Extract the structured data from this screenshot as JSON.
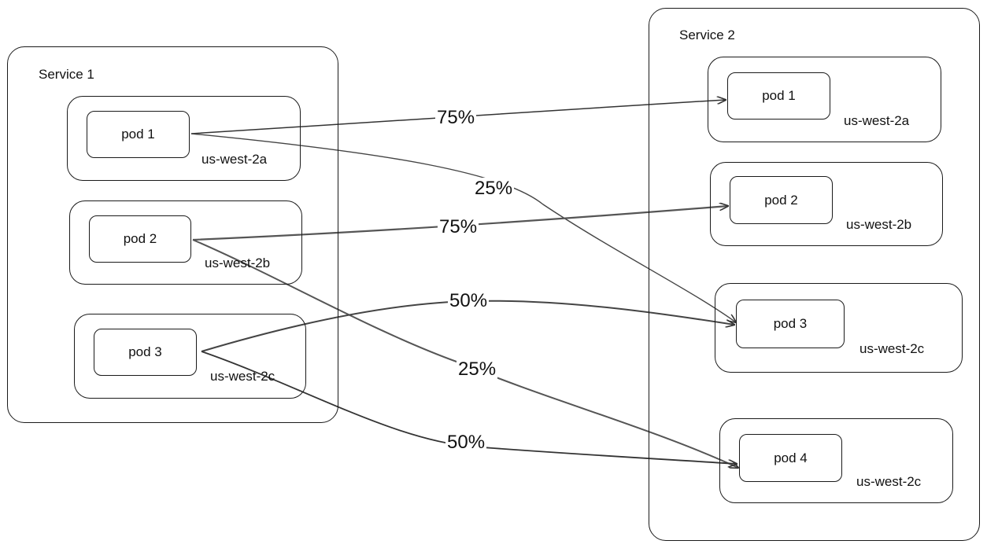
{
  "services": [
    {
      "title": "Service 1",
      "pods": [
        {
          "name": "pod 1",
          "zone": "us-west-2a"
        },
        {
          "name": "pod 2",
          "zone": "us-west-2b"
        },
        {
          "name": "pod 3",
          "zone": "us-west-2c"
        }
      ]
    },
    {
      "title": "Service 2",
      "pods": [
        {
          "name": "pod 1",
          "zone": "us-west-2a"
        },
        {
          "name": "pod 2",
          "zone": "us-west-2b"
        },
        {
          "name": "pod 3",
          "zone": "us-west-2c"
        },
        {
          "name": "pod 4",
          "zone": "us-west-2c"
        }
      ]
    }
  ],
  "edges": [
    {
      "from": "Service 1 / pod 1",
      "to": "Service 2 / pod 1",
      "label": "75%"
    },
    {
      "from": "Service 1 / pod 1",
      "to": "Service 2 / pod 3",
      "label": "25%"
    },
    {
      "from": "Service 1 / pod 2",
      "to": "Service 2 / pod 2",
      "label": "75%"
    },
    {
      "from": "Service 1 / pod 2",
      "to": "Service 2 / pod 4",
      "label": "25%"
    },
    {
      "from": "Service 1 / pod 3",
      "to": "Service 2 / pod 3",
      "label": "50%"
    },
    {
      "from": "Service 1 / pod 3",
      "to": "Service 2 / pod 4",
      "label": "50%"
    }
  ]
}
